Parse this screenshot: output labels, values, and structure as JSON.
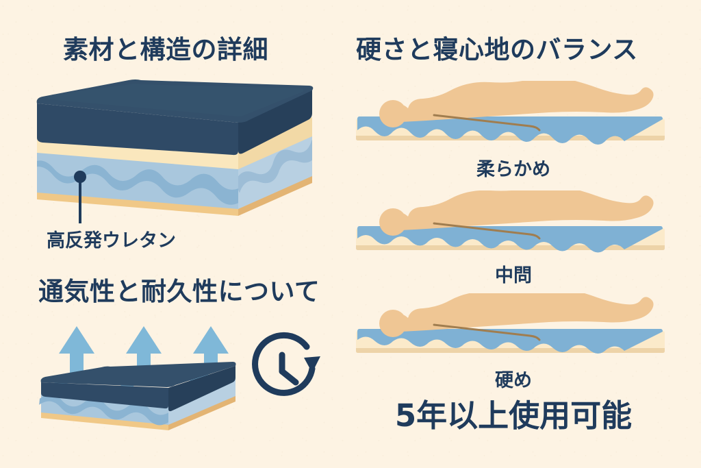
{
  "page": {
    "background_color": "#fdf3e3",
    "ink_color": "#1f3b5c"
  },
  "palette": {
    "background": "#fdf3e3",
    "navy": "#2f4a66",
    "navy_dark": "#27405a",
    "navy_text": "#1f3b5c",
    "cream_layer": "#fae7bd",
    "cream_layer_side": "#f2d9a6",
    "light_blue": "#a9c7dd",
    "wave_blue": "#8bb4d2",
    "base_tan": "#f0c887",
    "base_tan_dark": "#e3b473",
    "body_skin": "#efc694",
    "body_skin_dark": "#e5b880",
    "arrow_blue": "#7fb8d8",
    "mat_blue": "#7fb1d4",
    "mat_cream": "#fbeaca",
    "mat_base": "#edd3a8",
    "spine_line": "#a07d4f"
  },
  "sections": {
    "materials": {
      "title": "素材と構造の詳細",
      "callout_label": "高反発ウレタン",
      "layers": [
        {
          "name": "cover",
          "color": "#2f4a66"
        },
        {
          "name": "comfort-foam",
          "color": "#fae7bd"
        },
        {
          "name": "high-resilience-urethane",
          "color": "#a9c7dd"
        },
        {
          "name": "base-support",
          "color": "#f0c887"
        }
      ]
    },
    "breathability": {
      "title": "通気性と耐久性について",
      "airflow_arrows": 3,
      "clock_icon": "clock-arrow-icon"
    },
    "firmness": {
      "title": "硬さと寝心地のバランス",
      "levels": [
        {
          "id": "soft",
          "label": "柔らかめ",
          "sink": "deep"
        },
        {
          "id": "medium",
          "label": "中問",
          "sink": "medium"
        },
        {
          "id": "firm",
          "label": "硬め",
          "sink": "shallow"
        }
      ],
      "durability_claim": "5年以上使用可能"
    }
  }
}
